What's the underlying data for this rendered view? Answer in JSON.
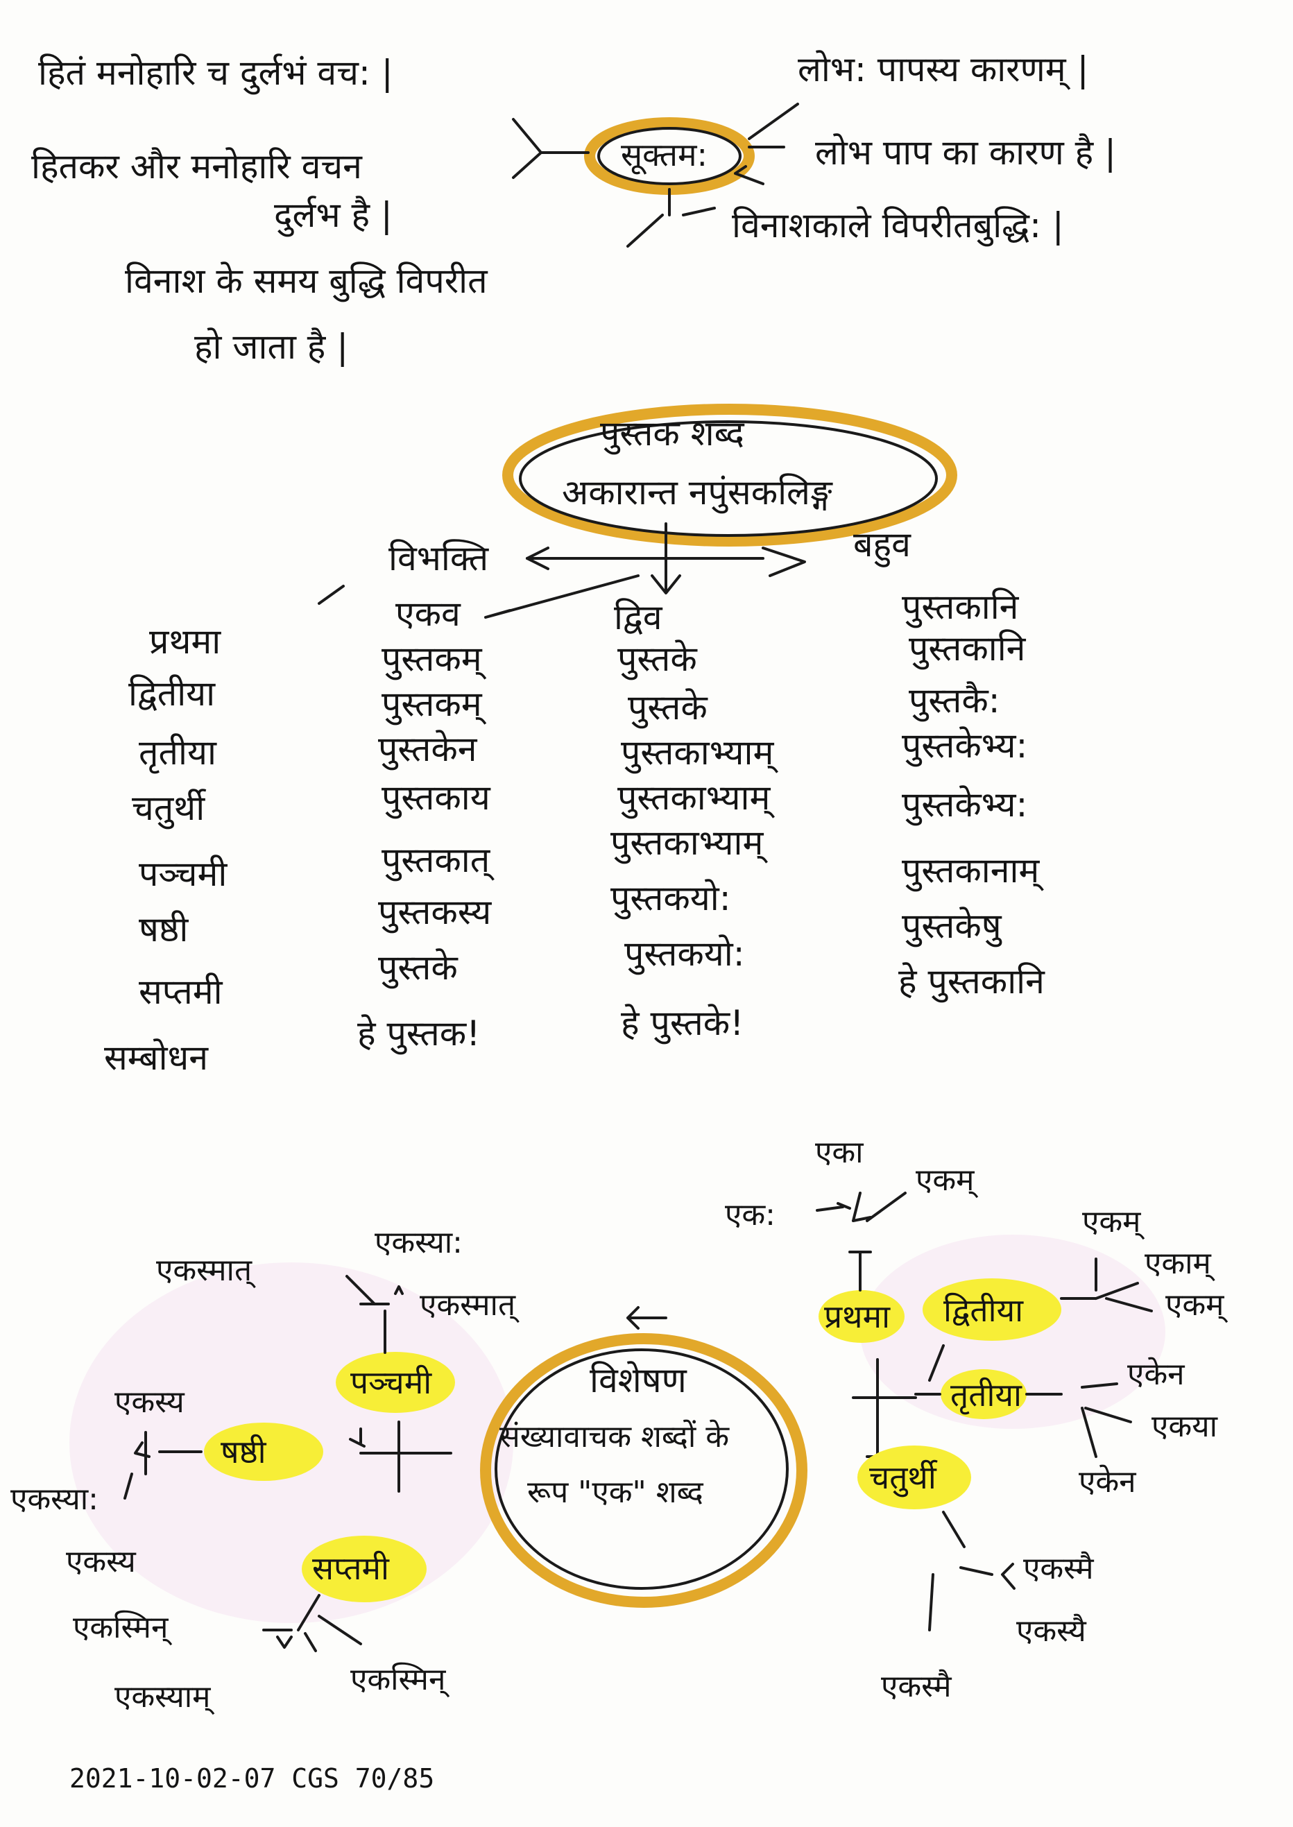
{
  "top": {
    "center": "सूक्तम:",
    "left_sanskrit": "हितं मनोहारि च दुर्लभं वच: |",
    "left_hindi_1": "हितकर और मनोहारि वचन",
    "left_hindi_2": "दुर्लभ है |",
    "right_sanskrit": "लोभ: पापस्य कारणम् |",
    "right_hindi": "लोभ पाप का कारण है |",
    "bottom_sanskrit": "विनाशकाले विपरीतबुद्धि: |",
    "bottom_hindi_1": "विनाश के समय बुद्धि विपरीत",
    "bottom_hindi_2": "हो जाता है |"
  },
  "table": {
    "title_1": "पुस्तक शब्द",
    "title_2": "अकारान्त नपुंसकलिङ्ग",
    "vibhakti_label": "विभक्ति",
    "columns": [
      "एकव",
      "द्विव",
      "बहुव"
    ],
    "rows": [
      {
        "case": "प्रथमा",
        "values": [
          "पुस्तकम्",
          "पुस्तके",
          "पुस्तकानि"
        ]
      },
      {
        "case": "द्वितीया",
        "values": [
          "पुस्तकम्",
          "पुस्तके",
          "पुस्तकानि"
        ]
      },
      {
        "case": "तृतीया",
        "values": [
          "पुस्तकेन",
          "पुस्तकाभ्याम्",
          "पुस्तकै:"
        ]
      },
      {
        "case": "चतुर्थी",
        "values": [
          "पुस्तकाय",
          "पुस्तकाभ्याम्",
          "पुस्तकेभ्य:"
        ]
      },
      {
        "case": "पञ्चमी",
        "values": [
          "पुस्तकात्",
          "पुस्तकाभ्याम्",
          "पुस्तकेभ्य:"
        ]
      },
      {
        "case": "षष्ठी",
        "values": [
          "पुस्तकस्य",
          "पुस्तकयो:",
          "पुस्तकानाम्"
        ]
      },
      {
        "case": "सप्तमी",
        "values": [
          "पुस्तके",
          "पुस्तकयो:",
          "पुस्तकेषु"
        ]
      },
      {
        "case": "सम्बोधन",
        "values": [
          "हे पुस्तक!",
          "हे पुस्तके!",
          "हे पुस्तकानि"
        ]
      }
    ]
  },
  "bottom": {
    "center_1": "विशेषण",
    "center_2": "संख्यावाचक शब्दों के",
    "center_3": "रूप \"एक\" शब्द",
    "arrow": "←",
    "right": {
      "prathama": {
        "label": "प्रथमा",
        "forms": [
          "एक:",
          "एका",
          "एकम्"
        ]
      },
      "dvitiya": {
        "label": "द्वितीया",
        "forms": [
          "एकम्",
          "एकाम्",
          "एकम्"
        ]
      },
      "tritiya": {
        "label": "तृतीया",
        "forms": [
          "एकेन",
          "एकया",
          "एकेन"
        ]
      },
      "chaturthi": {
        "label": "चतुर्थी",
        "forms": [
          "एकस्मै",
          "एकस्यै",
          "एकस्मै"
        ]
      }
    },
    "left": {
      "panchami": {
        "label": "पञ्चमी",
        "forms": [
          "एकस्मात्",
          "एकस्या:",
          "एकस्मात्"
        ]
      },
      "shashthi": {
        "label": "षष्ठी",
        "forms": [
          "एकस्य",
          "एकस्या:",
          "एकस्य"
        ]
      },
      "saptami": {
        "label": "सप्तमी",
        "forms": [
          "एकस्मिन्",
          "एकस्याम्",
          "एकस्मिन्"
        ]
      }
    }
  },
  "footer": "2021-10-02-07  CGS  70/85",
  "colors": {
    "ink": "#1a1a1a",
    "oval": "#e2a82a",
    "highlight": "#f7ee37"
  }
}
